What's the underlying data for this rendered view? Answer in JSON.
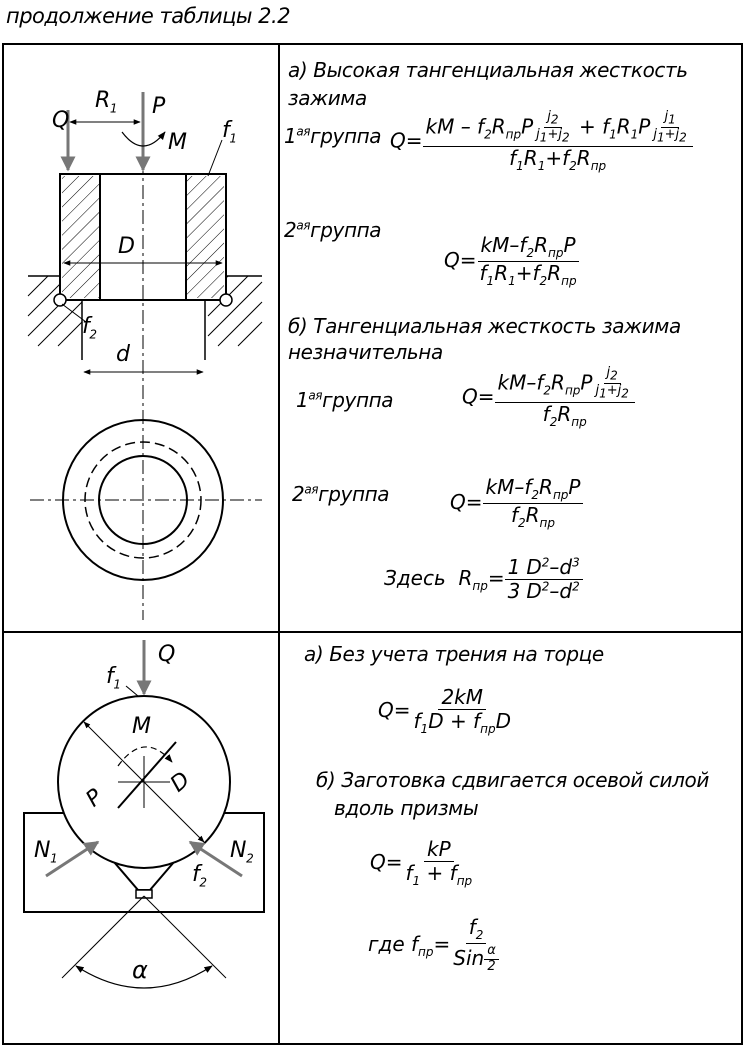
{
  "caption": "продолжение таблицы 2.2",
  "row1": {
    "a_title_1": "а) Высокая тангенциальная жесткость",
    "a_title_2": "зажима",
    "g1_num": "1",
    "g1_sup": "ая",
    "g1_word": "группа",
    "g2_num": "2",
    "g2_sup": "ая",
    "g2_word": "группа",
    "b_title_1": "б) Тангенциальная жесткость зажима",
    "b_title_2": "незначительна",
    "b_g1_num": "1",
    "b_g1_sup": "ая",
    "b_g1_word": "группа",
    "b_g2_num": "2",
    "b_g2_sup": "ая",
    "b_g2_word": "группа",
    "here": "Здесь",
    "labels": {
      "Q": "Q",
      "R1": "R",
      "R1_sub": "1",
      "P": "P",
      "M": "M",
      "f1": "f",
      "f1_sub": "1",
      "D": "D",
      "f2": "f",
      "f2_sub": "2",
      "d": "d"
    }
  },
  "row2": {
    "a_title": "а) Без учета трения на торце",
    "b_title_1": "б) Заготовка сдвигается осевой силой",
    "b_title_2": "вдоль призмы",
    "where": "где",
    "labels": {
      "Q": "Q",
      "f1": "f",
      "f1_sub": "1",
      "M": "M",
      "P": "P",
      "D": "D",
      "N1": "N",
      "N1_sub": "1",
      "N2": "N",
      "N2_sub": "2",
      "f2": "f",
      "f2_sub": "2",
      "alpha": "α"
    }
  }
}
